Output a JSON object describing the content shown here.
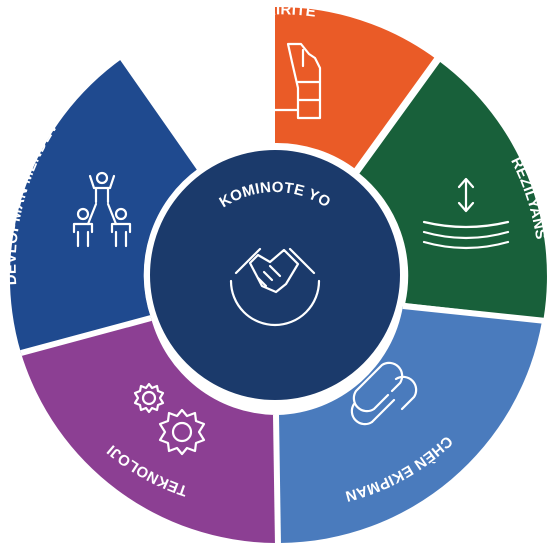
{
  "center": {
    "title": "KOMINOTE YO",
    "icon": "handshake-icon",
    "color": "#1b3a6b"
  },
  "segments": [
    {
      "id": "sekirite",
      "label": "SEKIRITE",
      "icon": "safety-vest-icon",
      "color": "#ea5b27"
    },
    {
      "id": "rezilyans",
      "label": "REZILYANS",
      "icon": "resilience-wave-icon",
      "color": "#18603a"
    },
    {
      "id": "chen-ekipman",
      "label": "CHÈN EKIPMAN",
      "icon": "chain-link-icon",
      "color": "#4a7bbd"
    },
    {
      "id": "teknoloji",
      "label": "TEKNOLOJI",
      "icon": "gears-icon",
      "color": "#8c3f93"
    },
    {
      "id": "devlopman-mendev",
      "label": "DEVLOPMAN MENDÈV",
      "icon": "team-growth-icon",
      "color": "#1f4a8f"
    }
  ]
}
